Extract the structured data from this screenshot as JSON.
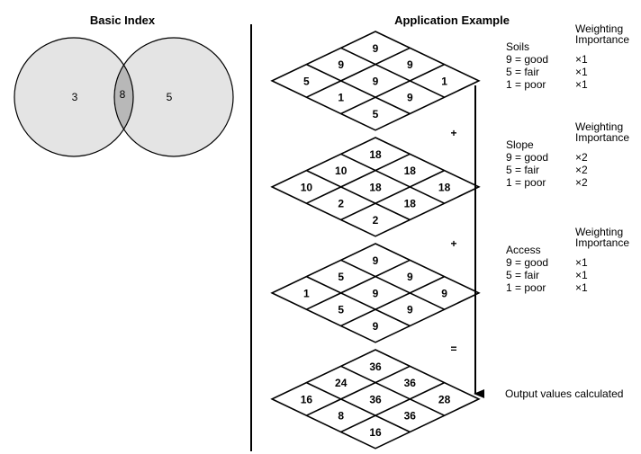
{
  "basic_index": {
    "title": "Basic Index",
    "left_value": "3",
    "overlap_value": "8",
    "right_value": "5",
    "colors": {
      "circle_fill": "#e4e4e4",
      "overlap_fill": "#b8b8b8",
      "stroke": "#000000"
    }
  },
  "application": {
    "title": "Application Example",
    "operators": [
      "+",
      "+",
      "="
    ],
    "layers": [
      {
        "cells": [
          [
            "9",
            "9",
            "1"
          ],
          [
            "9",
            "9",
            "9"
          ],
          [
            "5",
            "1",
            "5"
          ]
        ],
        "legend": {
          "name": "Soils",
          "weight_header_1": "Weighting",
          "weight_header_2": "Importance",
          "rows": [
            {
              "label": "9 = good",
              "weight": "×1"
            },
            {
              "label": "5 = fair",
              "weight": "×1"
            },
            {
              "label": "1 = poor",
              "weight": "×1"
            }
          ]
        }
      },
      {
        "cells": [
          [
            "18",
            "18",
            "18"
          ],
          [
            "10",
            "18",
            "18"
          ],
          [
            "10",
            "2",
            "2"
          ]
        ],
        "legend": {
          "name": "Slope",
          "weight_header_1": "Weighting",
          "weight_header_2": "Importance",
          "rows": [
            {
              "label": "9 = good",
              "weight": "×2"
            },
            {
              "label": "5 = fair",
              "weight": "×2"
            },
            {
              "label": "1 = poor",
              "weight": "×2"
            }
          ]
        }
      },
      {
        "cells": [
          [
            "9",
            "9",
            "9"
          ],
          [
            "5",
            "9",
            "9"
          ],
          [
            "1",
            "5",
            "9"
          ]
        ],
        "legend": {
          "name": "Access",
          "weight_header_1": "Weighting",
          "weight_header_2": "Importance",
          "rows": [
            {
              "label": "9 = good",
              "weight": "×1"
            },
            {
              "label": "5 = fair",
              "weight": "×1"
            },
            {
              "label": "1 = poor",
              "weight": "×1"
            }
          ]
        }
      },
      {
        "cells": [
          [
            "36",
            "36",
            "28"
          ],
          [
            "24",
            "36",
            "36"
          ],
          [
            "16",
            "8",
            "16"
          ]
        ],
        "legend": {
          "output_label": "Output values calculated"
        }
      }
    ]
  }
}
